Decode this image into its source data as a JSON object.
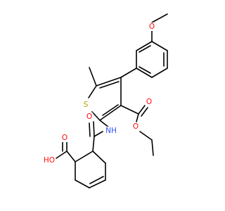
{
  "atoms": [
    {
      "name": "atom-label-o-methoxy",
      "text": "O",
      "color": "#ff0d0d"
    },
    {
      "name": "atom-label-s-thiophene",
      "text": "S",
      "color": "#b8a200"
    },
    {
      "name": "atom-label-o-ester-carbonyl",
      "text": "O",
      "color": "#ff0d0d"
    },
    {
      "name": "atom-label-o-ester",
      "text": "O",
      "color": "#ff0d0d"
    },
    {
      "name": "atom-label-nh-amide",
      "text": "NH",
      "color": "#3050f8"
    },
    {
      "name": "atom-label-o-amide",
      "text": "O",
      "color": "#ff0d0d"
    },
    {
      "name": "atom-label-o-acid-carbonyl",
      "text": "O",
      "color": "#ff0d0d"
    },
    {
      "name": "atom-label-oh-acid",
      "text": "HO",
      "color": "#ff0d0d"
    }
  ],
  "colors": {
    "bond": "#000000",
    "background": "#ffffff"
  }
}
